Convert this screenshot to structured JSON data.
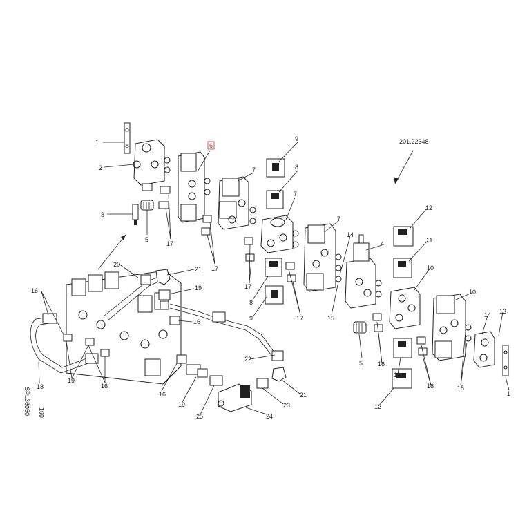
{
  "diagram": {
    "reference_code": "201.22348",
    "drawing_ids": [
      "190",
      "SPL36050"
    ],
    "highlight_color": "#c0392b",
    "line_color": "#222222",
    "callouts": [
      {
        "key": "c1",
        "text": "1"
      },
      {
        "key": "c2",
        "text": "2"
      },
      {
        "key": "c3",
        "text": "3"
      },
      {
        "key": "c5a",
        "text": "5"
      },
      {
        "key": "c6",
        "text": "6",
        "highlight": true
      },
      {
        "key": "c17a",
        "text": "17"
      },
      {
        "key": "c17b",
        "text": "17"
      },
      {
        "key": "c9a",
        "text": "9"
      },
      {
        "key": "c8a",
        "text": "8"
      },
      {
        "key": "c7a",
        "text": "7"
      },
      {
        "key": "c7b",
        "text": "7"
      },
      {
        "key": "c7c",
        "text": "7"
      },
      {
        "key": "c17c",
        "text": "17"
      },
      {
        "key": "c8b",
        "text": "8"
      },
      {
        "key": "c9b",
        "text": "9"
      },
      {
        "key": "c17d",
        "text": "17"
      },
      {
        "key": "c14a",
        "text": "14"
      },
      {
        "key": "c4",
        "text": "4"
      },
      {
        "key": "c15a",
        "text": "15"
      },
      {
        "key": "c5b",
        "text": "5"
      },
      {
        "key": "c12a",
        "text": "12"
      },
      {
        "key": "c11a",
        "text": "11"
      },
      {
        "key": "c10a",
        "text": "10"
      },
      {
        "key": "c10b",
        "text": "10"
      },
      {
        "key": "c14b",
        "text": "14"
      },
      {
        "key": "c13",
        "text": "13"
      },
      {
        "key": "c1b",
        "text": "1"
      },
      {
        "key": "c16a",
        "text": "16"
      },
      {
        "key": "c11b",
        "text": "11"
      },
      {
        "key": "c16b",
        "text": "16"
      },
      {
        "key": "c15b",
        "text": "15"
      },
      {
        "key": "c12b",
        "text": "12"
      },
      {
        "key": "c20",
        "text": "20"
      },
      {
        "key": "c21a",
        "text": "21"
      },
      {
        "key": "c19a",
        "text": "19"
      },
      {
        "key": "c16c",
        "text": "16"
      },
      {
        "key": "c16d",
        "text": "16"
      },
      {
        "key": "c19b",
        "text": "19"
      },
      {
        "key": "c16e",
        "text": "16"
      },
      {
        "key": "c18",
        "text": "18"
      },
      {
        "key": "c16f",
        "text": "16"
      },
      {
        "key": "c19c",
        "text": "19"
      },
      {
        "key": "c25",
        "text": "25"
      },
      {
        "key": "c22",
        "text": "22"
      },
      {
        "key": "c23",
        "text": "23"
      },
      {
        "key": "c21b",
        "text": "21"
      },
      {
        "key": "c24",
        "text": "24"
      }
    ]
  }
}
